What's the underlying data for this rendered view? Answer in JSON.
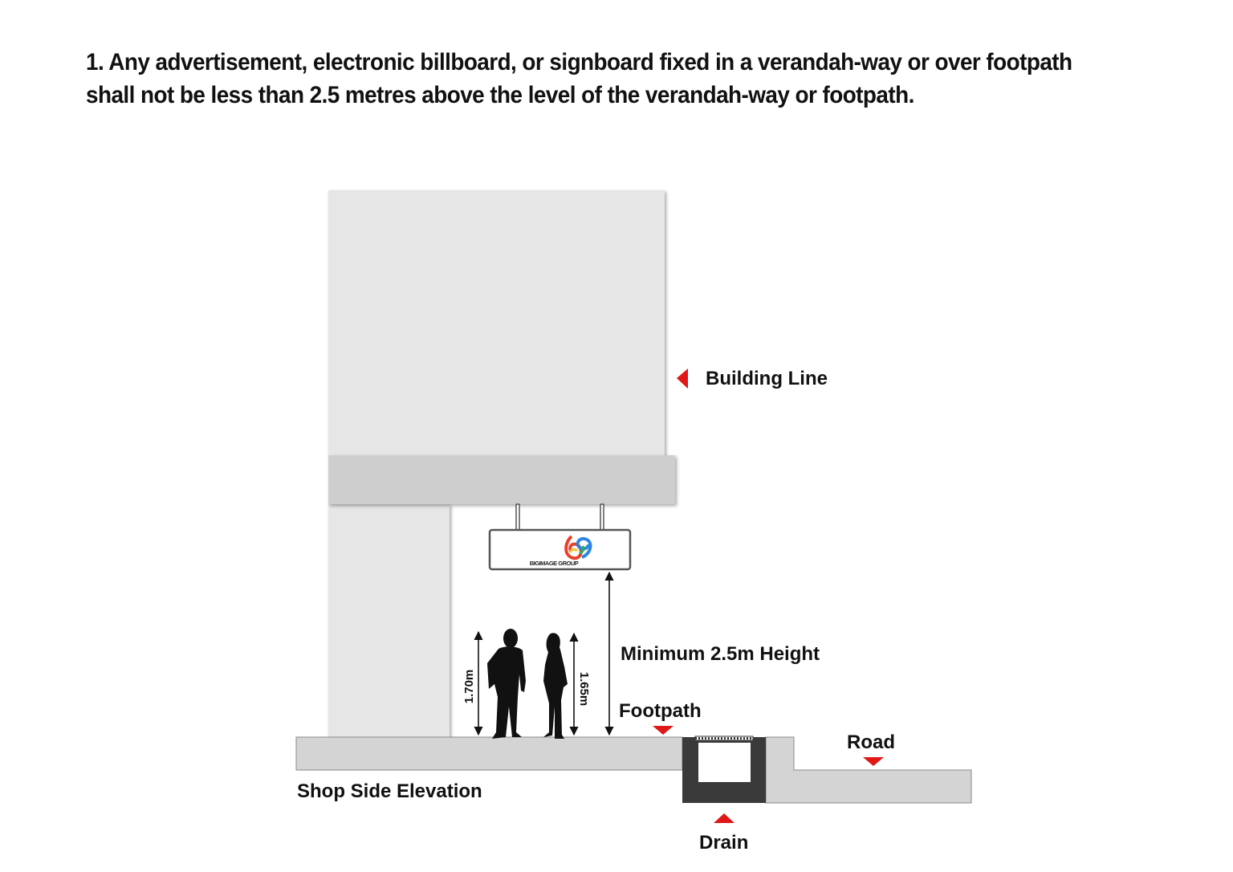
{
  "heading": {
    "line1": "1. Any advertisement, electronic billboard, or signboard fixed in a verandah-way or over footpath",
    "line2": "shall not be less than 2.5 metres above the level of the verandah-way or footpath."
  },
  "labels": {
    "building_line": "Building Line",
    "minimum_height": "Minimum 2.5m Height",
    "footpath": "Footpath",
    "road": "Road",
    "shop_side_elevation": "Shop Side Elevation",
    "drain": "Drain"
  },
  "dimensions": {
    "man_height": "1.70m",
    "woman_height": "1.65m"
  },
  "sign": {
    "brand_text": "BIGIMAGE GROUP",
    "logo_digits": "69"
  },
  "colors": {
    "building": "#e6e6e6",
    "canopy": "#cecece",
    "ground": "#d4d4d4",
    "drain": "#3a3a3a",
    "marker_red": "#e01818",
    "silhouette": "#111111"
  }
}
